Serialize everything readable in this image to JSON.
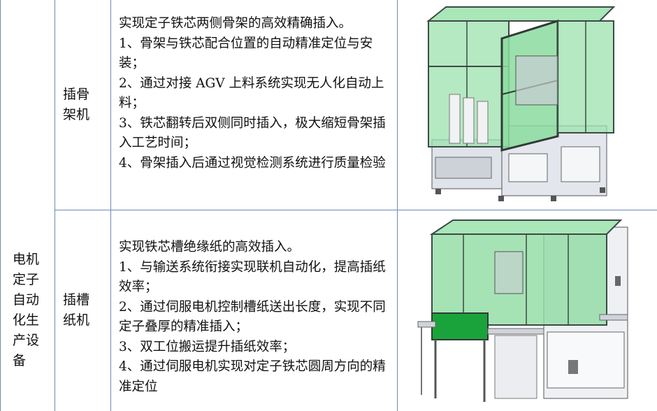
{
  "category": "电机定子自动化生产设备",
  "rows": [
    {
      "name": "插骨架机",
      "desc": [
        "实现定子铁芯两侧骨架的高效精确插入。",
        "1、骨架与铁芯配合位置的自动精准定位与安装；",
        "2、通过对接 AGV 上料系统实现无人化自动上料；",
        "3、铁芯翻转后双侧同时插入，极大缩短骨架插入工艺时间；",
        "4、骨架插入后通过视觉检测系统进行质量检验"
      ],
      "image_alt": "insert-frame-machine-render"
    },
    {
      "name": "插槽纸机",
      "desc": [
        "实现铁芯槽绝缘纸的高效插入。",
        "1、与输送系统衔接实现联机自动化，提高插纸效率；",
        "2、通过伺服电机控制槽纸送出长度，实现不同定子叠厚的精准插入；",
        "3、双工位搬运提升插纸效率；",
        "4、通过伺服电机实现对定子铁芯圆周方向的精准定位"
      ],
      "image_alt": "slot-paper-machine-render"
    }
  ],
  "colors": {
    "border": "#6f8bb0",
    "glass": "#7fd99a",
    "frame": "#5d6a78",
    "panel": "#d8dde4"
  }
}
